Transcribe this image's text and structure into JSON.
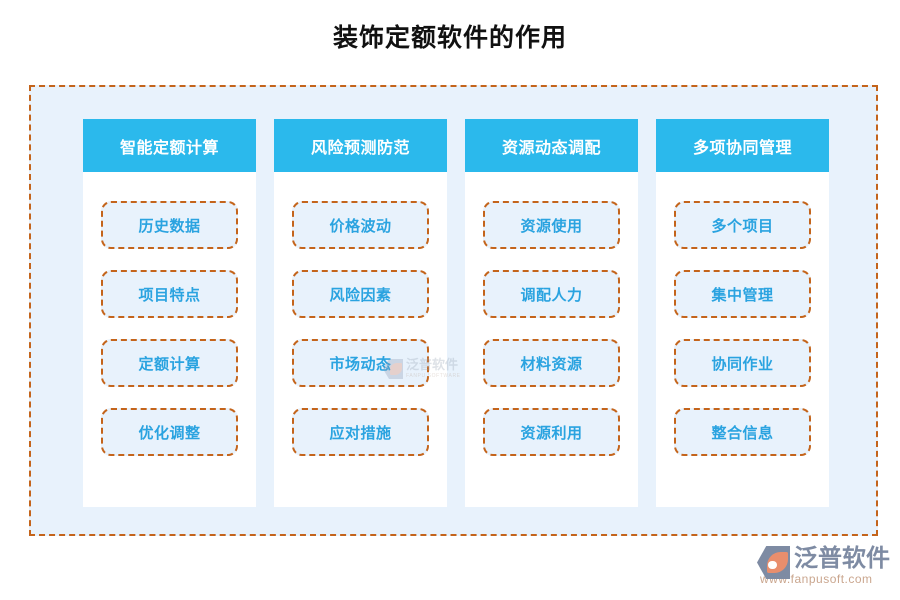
{
  "page": {
    "title": "装饰定额软件的作用"
  },
  "colors": {
    "header_blue": "#2bb9ec",
    "panel_fill": "#e8f2fc",
    "dashed_border": "#c4641b",
    "pill_text": "#2aa3e0",
    "title_text": "#111111",
    "brand_gray": "#7e8ba3",
    "brand_orange": "#e98e6d"
  },
  "columns": [
    {
      "header": "智能定额计算",
      "items": [
        "历史数据",
        "项目特点",
        "定额计算",
        "优化调整"
      ]
    },
    {
      "header": "风险预测防范",
      "items": [
        "价格波动",
        "风险因素",
        "市场动态",
        "应对措施"
      ]
    },
    {
      "header": "资源动态调配",
      "items": [
        "资源使用",
        "调配人力",
        "材料资源",
        "资源利用"
      ]
    },
    {
      "header": "多项协同管理",
      "items": [
        "多个项目",
        "集中管理",
        "协同作业",
        "整合信息"
      ]
    }
  ],
  "watermark": {
    "cn": "泛普软件",
    "en": "FANPU SOFTWARE"
  },
  "brand": {
    "cn": "泛普软件",
    "url": "www.fanpusoft.com"
  }
}
